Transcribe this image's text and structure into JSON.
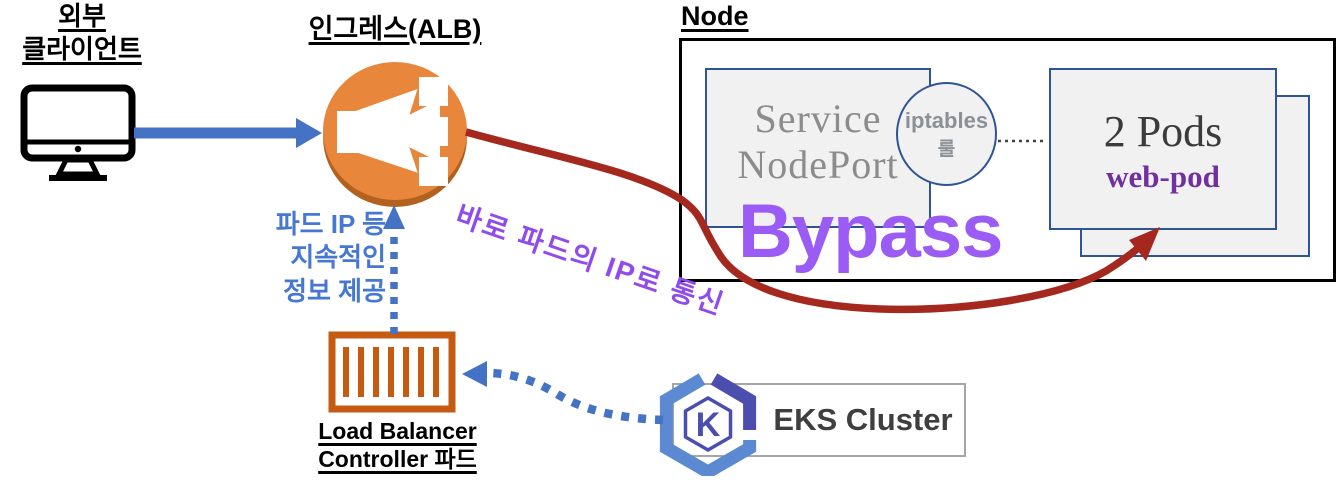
{
  "client": {
    "line1": "외부",
    "line2": "클라이언트"
  },
  "ingress": {
    "title": "인그레스(ALB)"
  },
  "node": {
    "title": "Node",
    "service_box": {
      "line1": "Service",
      "line2": "NodePort"
    },
    "iptables_badge": {
      "line1": "iptables",
      "line2": "룰"
    },
    "pods_box": {
      "title": "2 Pods",
      "pod_name": "web-pod"
    },
    "bypass_label": "Bypass"
  },
  "lb_controller": {
    "line1": "Load Balancer",
    "line2": "Controller 파드"
  },
  "eks": {
    "label": "EKS Cluster",
    "logo_letter": "K"
  },
  "annotations": {
    "provide_info": {
      "line1": "파드 IP 등",
      "line2": "지속적인",
      "line3": "정보 제공"
    },
    "direct_comm": "바로 파드의 IP로 통신"
  },
  "colors": {
    "accent_blue": "#4472C4",
    "info_blue": "#4678D2",
    "arrow_red": "#A5281E",
    "bypass_purple": "#9B5BF5",
    "comm_purple": "#8F4BEB",
    "webpod_purple": "#7030A0",
    "alb_orange": "#E8863C",
    "alb_orange_dark": "#B3611F",
    "container_orange": "#C55A11",
    "box_border_blue": "#2F5496",
    "box_fill_gray": "#F1F1F2",
    "service_text_gray": "#8C8C8C",
    "node_border": "#000000",
    "eks_border_gray": "#A6A6A6",
    "eks_text_gray": "#3F3F3F",
    "eks_logo_light_blue": "#5B8AD2",
    "eks_logo_dark_blue": "#4A4FAF"
  }
}
